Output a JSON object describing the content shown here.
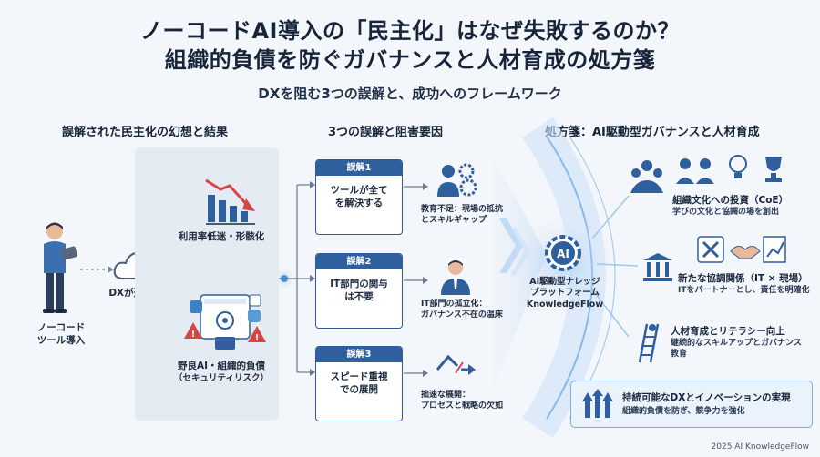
{
  "title_line1": "ノーコードAI導入の「民主化」はなぜ失敗するのか？",
  "title_line2": "組織的負債を防ぐガバナンスと人材育成の処方箋",
  "subtitle": "DXを阻む3つの誤解と、成功へのフレームワーク",
  "columns": {
    "left": "誤解された民主化の幻想と結果",
    "middle": "3つの誤解と阻害要因",
    "right": "処方箋：AI駆動型ガバナンスと人材育成"
  },
  "start": {
    "line1": "ノーコード",
    "line2": "ツール導入"
  },
  "illusion": "DXが進む幻想",
  "results": [
    {
      "label": "利用率低迷・形骸化"
    },
    {
      "label_line1": "野良AI・組織的負債",
      "label_line2": "（セキュリティリスク）"
    }
  ],
  "misconceptions": [
    {
      "tag": "誤解1",
      "text_line1": "ツールが全て",
      "text_line2": "を解決する",
      "cause_line1": "教育不足：現場の抵抗",
      "cause_line2": "とスキルギャップ"
    },
    {
      "tag": "誤解2",
      "text_line1": "IT部門の関与",
      "text_line2": "は不要",
      "cause_line1": "IT部門の孤立化：",
      "cause_line2": "ガバナンス不在の温床"
    },
    {
      "tag": "誤解3",
      "text_line1": "スピード重視",
      "text_line2": "での展開",
      "cause_line1": "拙速な展開：",
      "cause_line2": "プロセスと戦略の欠如"
    }
  ],
  "platform": {
    "badge": "AI",
    "line1": "AI駆動型ナレッジ",
    "line2": "プラットフォーム",
    "line3": "KnowledgeFlow"
  },
  "solutions": [
    {
      "title": "組織文化への投資（CoE）",
      "desc_line1": "学びの文化と協調の場を創出"
    },
    {
      "title": "新たな協調関係（IT × 現場）",
      "desc_line1": "ITをパートナーとし、責任を明確化"
    },
    {
      "title": "人材育成とリテラシー向上",
      "desc_line1": "継続的なスキルアップとガバナンス",
      "desc_line2": "教育"
    }
  ],
  "outcome": {
    "title": "持続可能なDXとイノベーションの実現",
    "desc": "組織的負債を防ぎ、競争力を強化"
  },
  "footer": "2025 AI KnowledgeFlow",
  "colors": {
    "navy": "#2f5f9d",
    "red": "#d64545",
    "blue": "#3b82c4",
    "glow": "#9cc8f2"
  }
}
